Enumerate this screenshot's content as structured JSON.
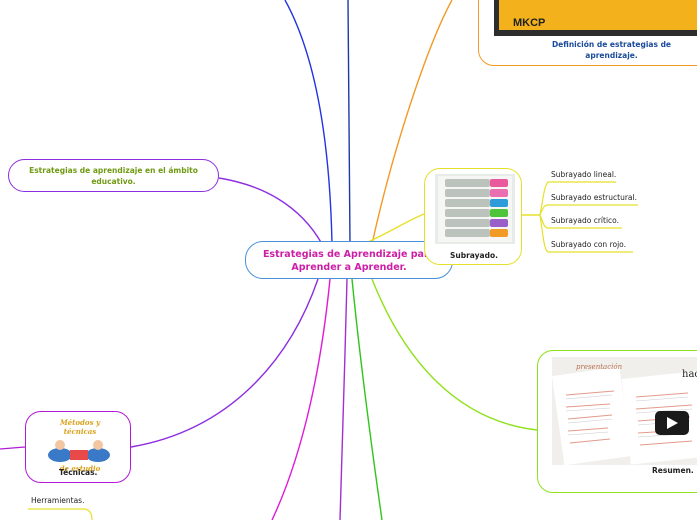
{
  "central": {
    "title": "Estrategias de Aprendizaje para Aprender a Aprender."
  },
  "contexto": {
    "title": "Estrategias de aprendizaje en el ámbito educativo."
  },
  "definicion": {
    "banner_text": "MKCP",
    "caption": "Definición de estrategias de aprendizaje."
  },
  "subrayado": {
    "caption": "Subrayado.",
    "children": [
      "Subrayado lineal.",
      "Subrayado estructural.",
      "Subrayado crítico.",
      "Subrayado con rojo."
    ]
  },
  "resumen": {
    "caption": "Resumen.",
    "video_title": "hacer un resumen",
    "notes_heading": "presentación"
  },
  "tecnicas": {
    "caption": "Técnicas.",
    "image_text": [
      "Métodos y técnicas",
      "de estudio"
    ]
  },
  "herramientas": {
    "label": "Herramientas."
  },
  "colors": {
    "center_text": "#cc1fa6",
    "contexto_text": "#6f9a12",
    "subrayado_line": "#e6e02a",
    "resumen_line": "#8ee21a",
    "definicion_line": "#f29a26",
    "tecnicas_line": "#b21ad8",
    "contexto_line": "#8d2ee0"
  }
}
